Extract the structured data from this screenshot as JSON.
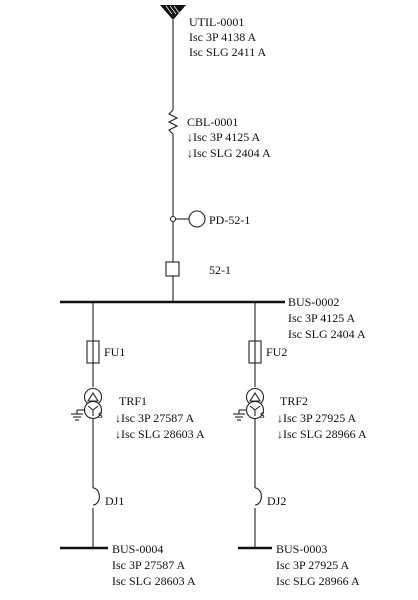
{
  "utility": {
    "id": "UTIL-0001",
    "line1": "Isc 3P 4138 A",
    "line2": "Isc SLG 2411 A"
  },
  "cable": {
    "id": "CBL-0001",
    "line1": "↓Isc 3P 4125 A",
    "line2": "↓Isc SLG 2404 A"
  },
  "relay": {
    "id": "PD-52-1"
  },
  "breaker": {
    "id": "52-1"
  },
  "main_bus": {
    "id": "BUS-0002",
    "line1": "Isc 3P 4125 A",
    "line2": "Isc SLG 2404 A"
  },
  "branches": [
    {
      "fuse": "FU1",
      "transformer": {
        "id": "TRF1",
        "line1": "↓Isc 3P 27587 A",
        "line2": "↓Isc SLG 28603 A",
        "winding_mark": "s"
      },
      "disconnect": "DJ1",
      "bus": {
        "id": "BUS-0004",
        "line1": "Isc 3P 27587 A",
        "line2": "Isc SLG 28603 A"
      }
    },
    {
      "fuse": "FU2",
      "transformer": {
        "id": "TRF2",
        "line1": "↓Isc 3P 27925 A",
        "line2": "↓Isc SLG 28966 A",
        "winding_mark": "s"
      },
      "disconnect": "DJ2",
      "bus": {
        "id": "BUS-0003",
        "line1": "Isc 3P 27925 A",
        "line2": "Isc SLG 28966 A"
      }
    }
  ]
}
